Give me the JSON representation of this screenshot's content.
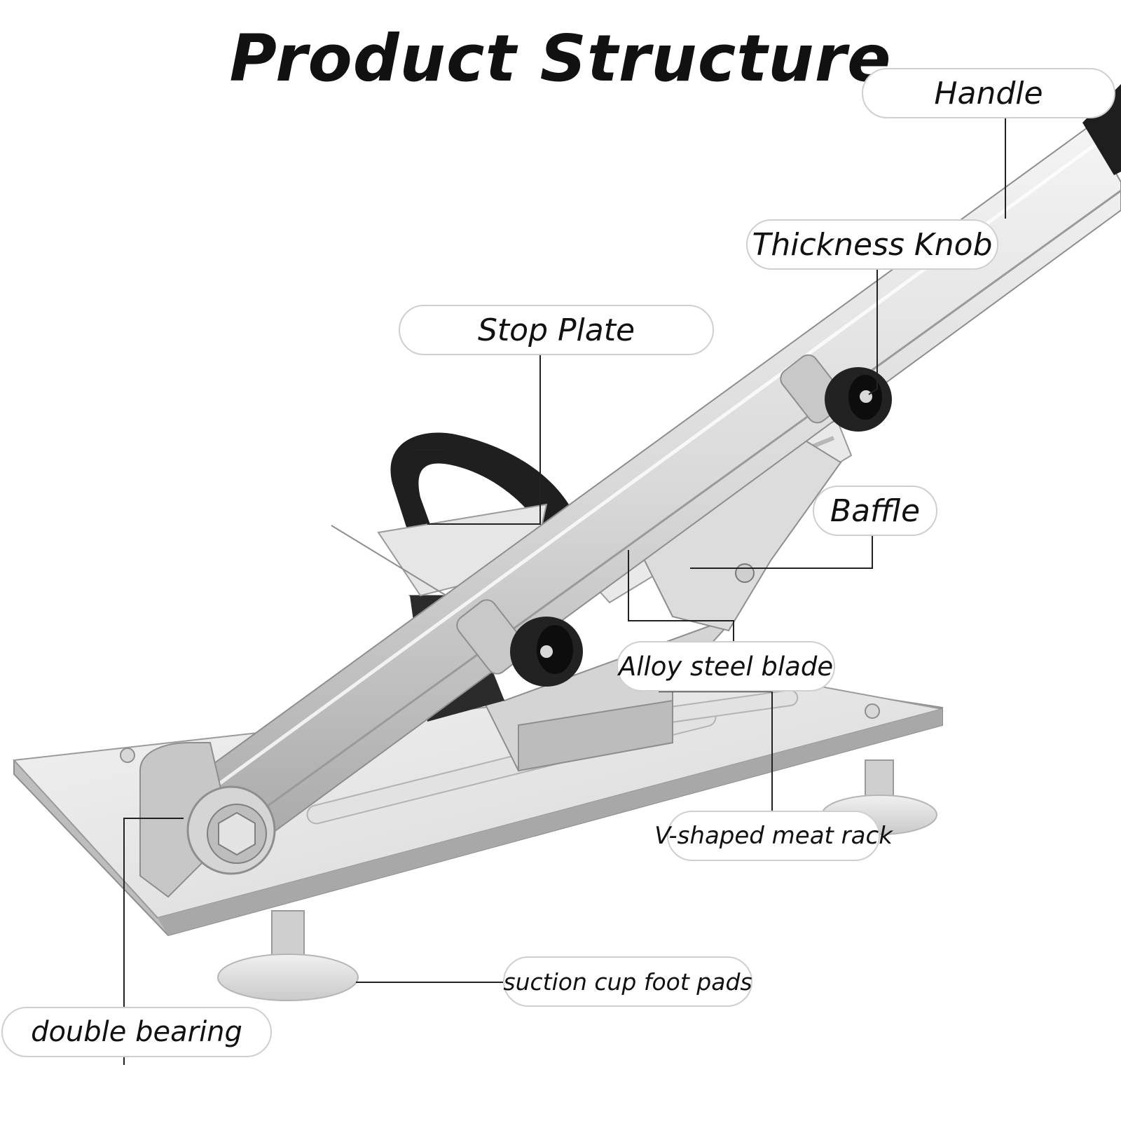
{
  "title": "Product Structure",
  "labels": {
    "handle": "Handle",
    "thickness_knob": "Thickness Knob",
    "stop_plate": "Stop Plate",
    "baffle": "Baffle",
    "alloy_steel_blade": "Alloy steel blade",
    "v_shaped_meat_rack": "V-shaped meat rack",
    "suction_cup_foot_pads": "suction cup foot pads",
    "double_bearing": "double bearing"
  },
  "colors": {
    "metal_light": "#e8e8e8",
    "metal_mid": "#c4c4c4",
    "metal_dark": "#8f8f8f",
    "rubber": "#1e1e1e",
    "leader_line": "#222222",
    "label_border": "#cfcfcf"
  }
}
